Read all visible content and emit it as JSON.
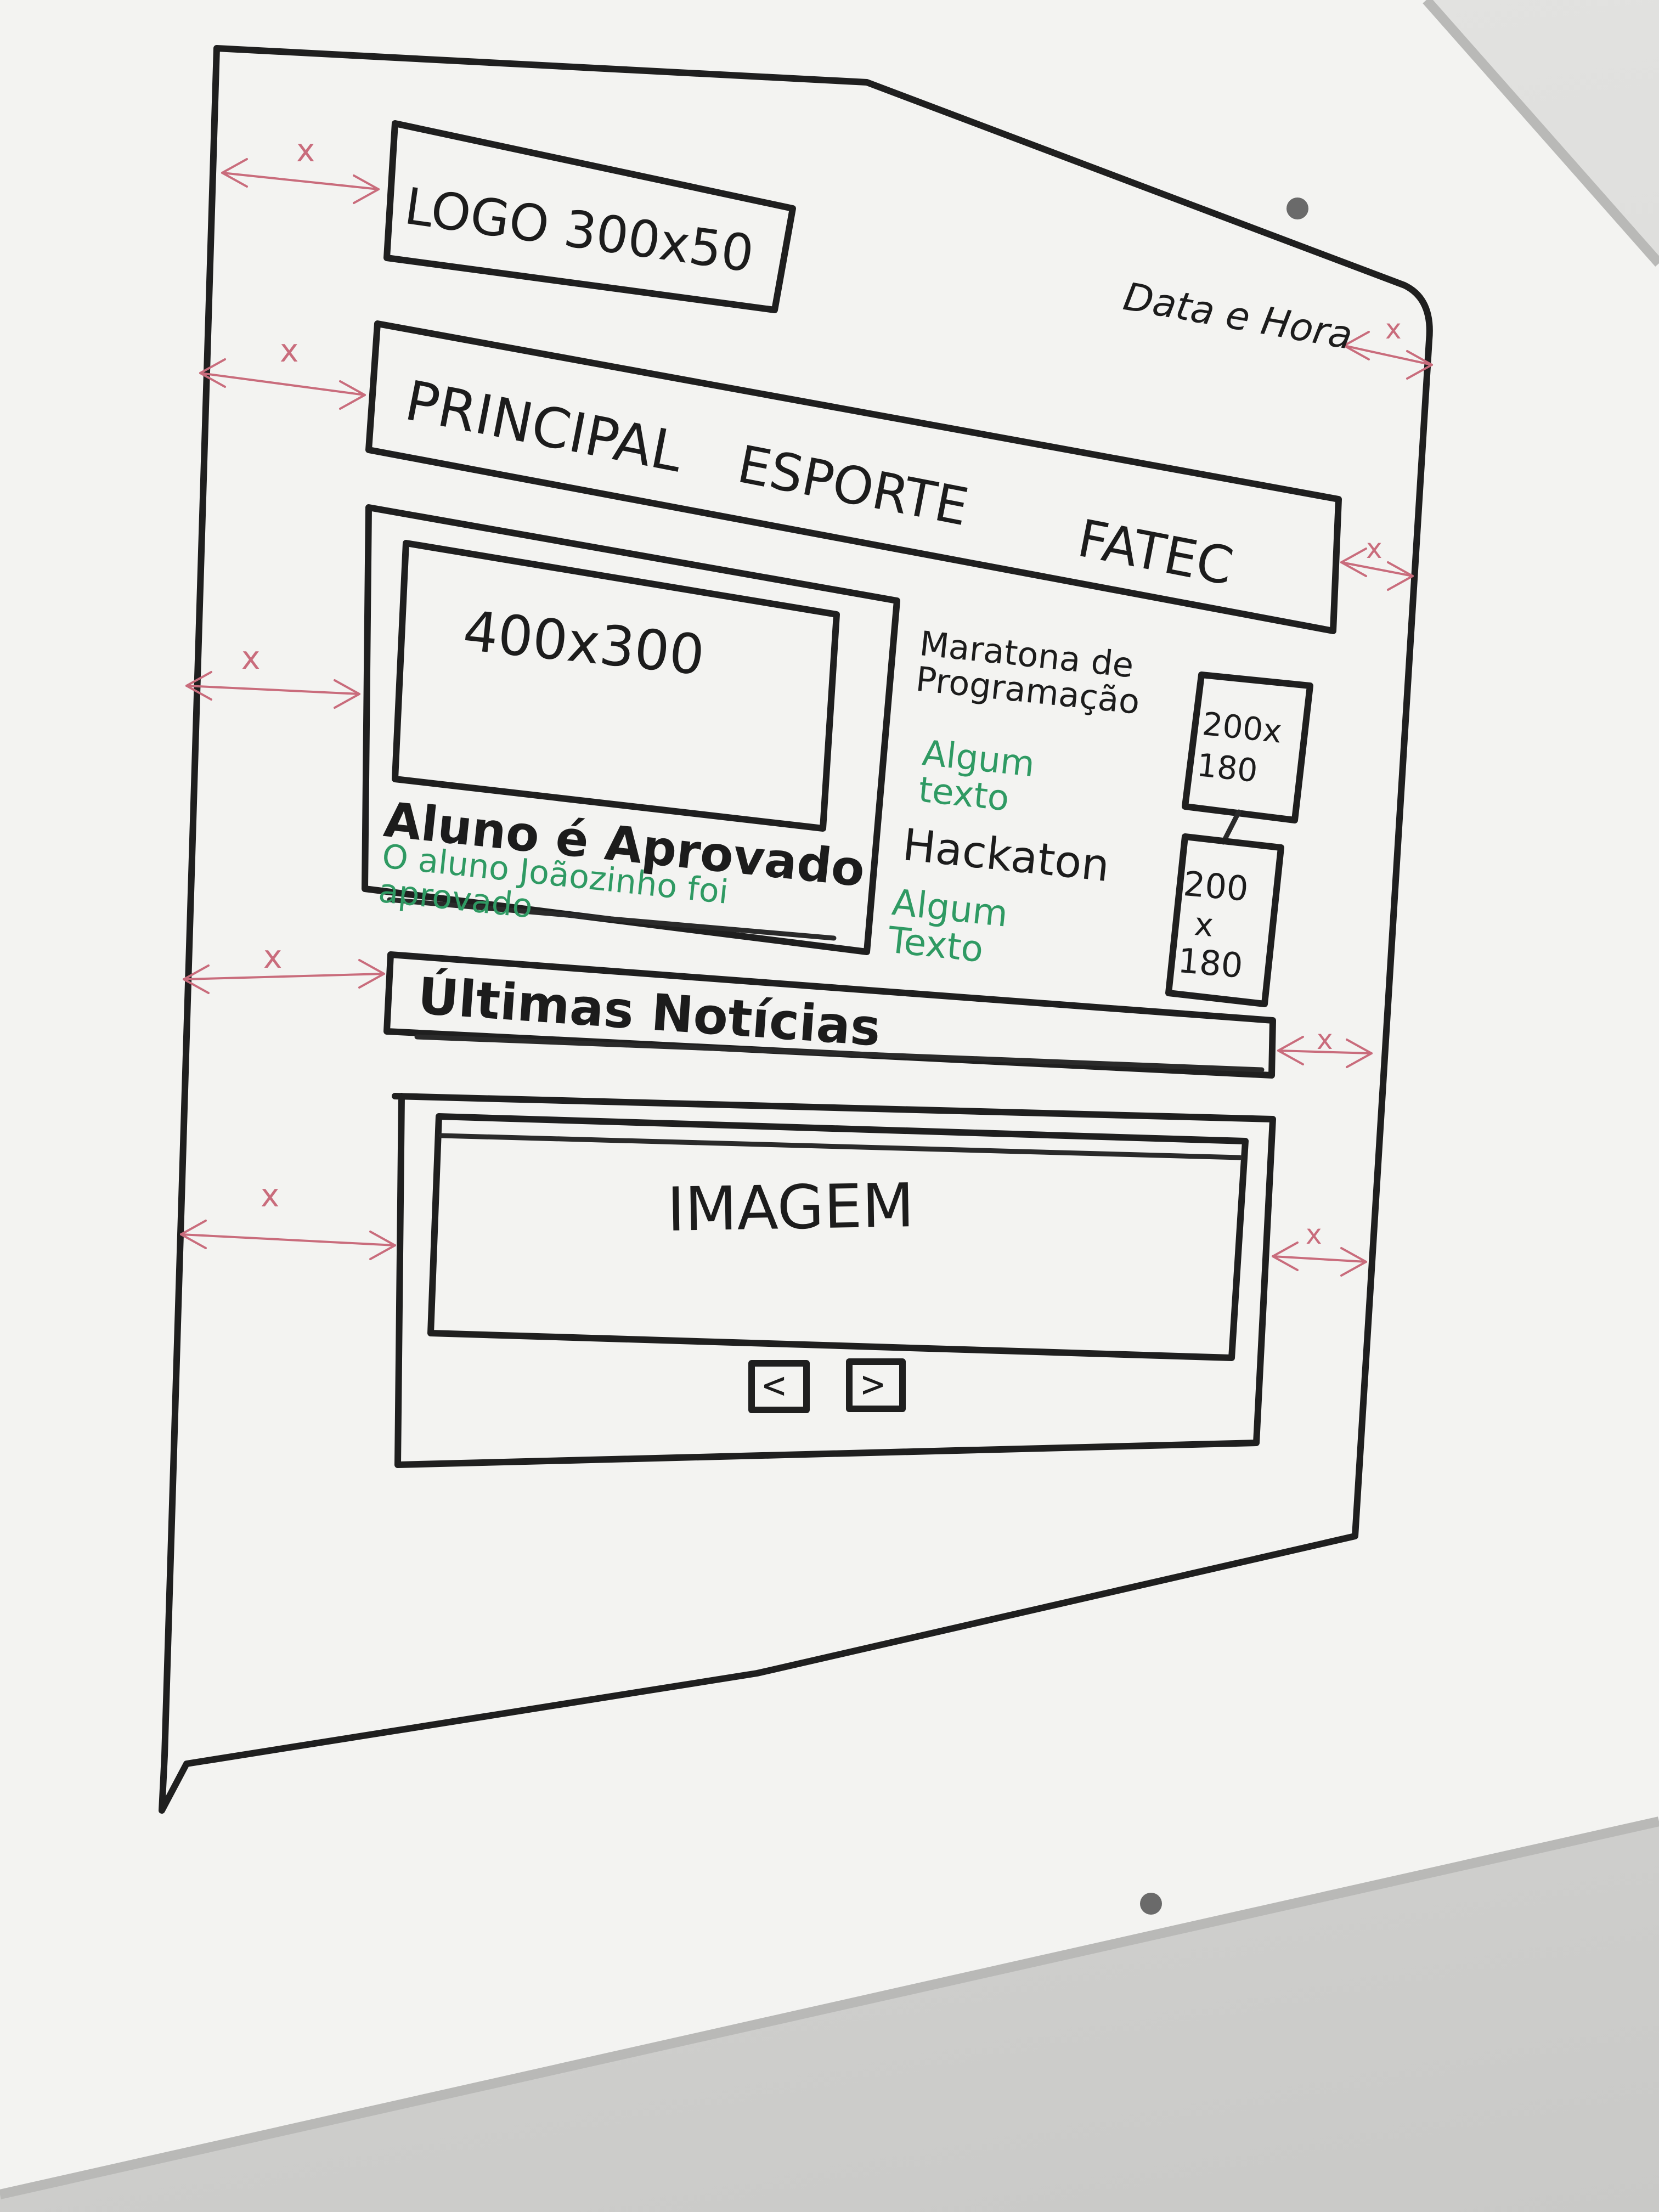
{
  "header": {
    "logo_label": "LOGO 300x50",
    "datetime_label": "Data e Hora"
  },
  "nav": {
    "items": [
      "PRINCIPAL",
      "ESPORTE",
      "FATEC"
    ]
  },
  "featured": {
    "image_label": "400x300",
    "title": "Aluno é Aprovado",
    "text": "O aluno Joãozinho foi aprovado"
  },
  "side_news": [
    {
      "title": "Maratona de Programação",
      "text": "Algum texto",
      "image_label_line1": "200x",
      "image_label_line2": "180"
    },
    {
      "title": "Hackaton",
      "text": "Algum Texto",
      "image_label_line1": "200",
      "image_label_line2": "x",
      "image_label_line3": "180"
    }
  ],
  "latest": {
    "heading": "Últimas Notícias"
  },
  "carousel": {
    "image_label": "IMAGEM",
    "prev_label": "<",
    "next_label": ">"
  },
  "margin_marker": "x",
  "colors": {
    "marker_black": "#1f1f1f",
    "marker_green": "#2f9a63",
    "marker_pink": "#c96c7c",
    "board_white": "#f4f4f2"
  }
}
